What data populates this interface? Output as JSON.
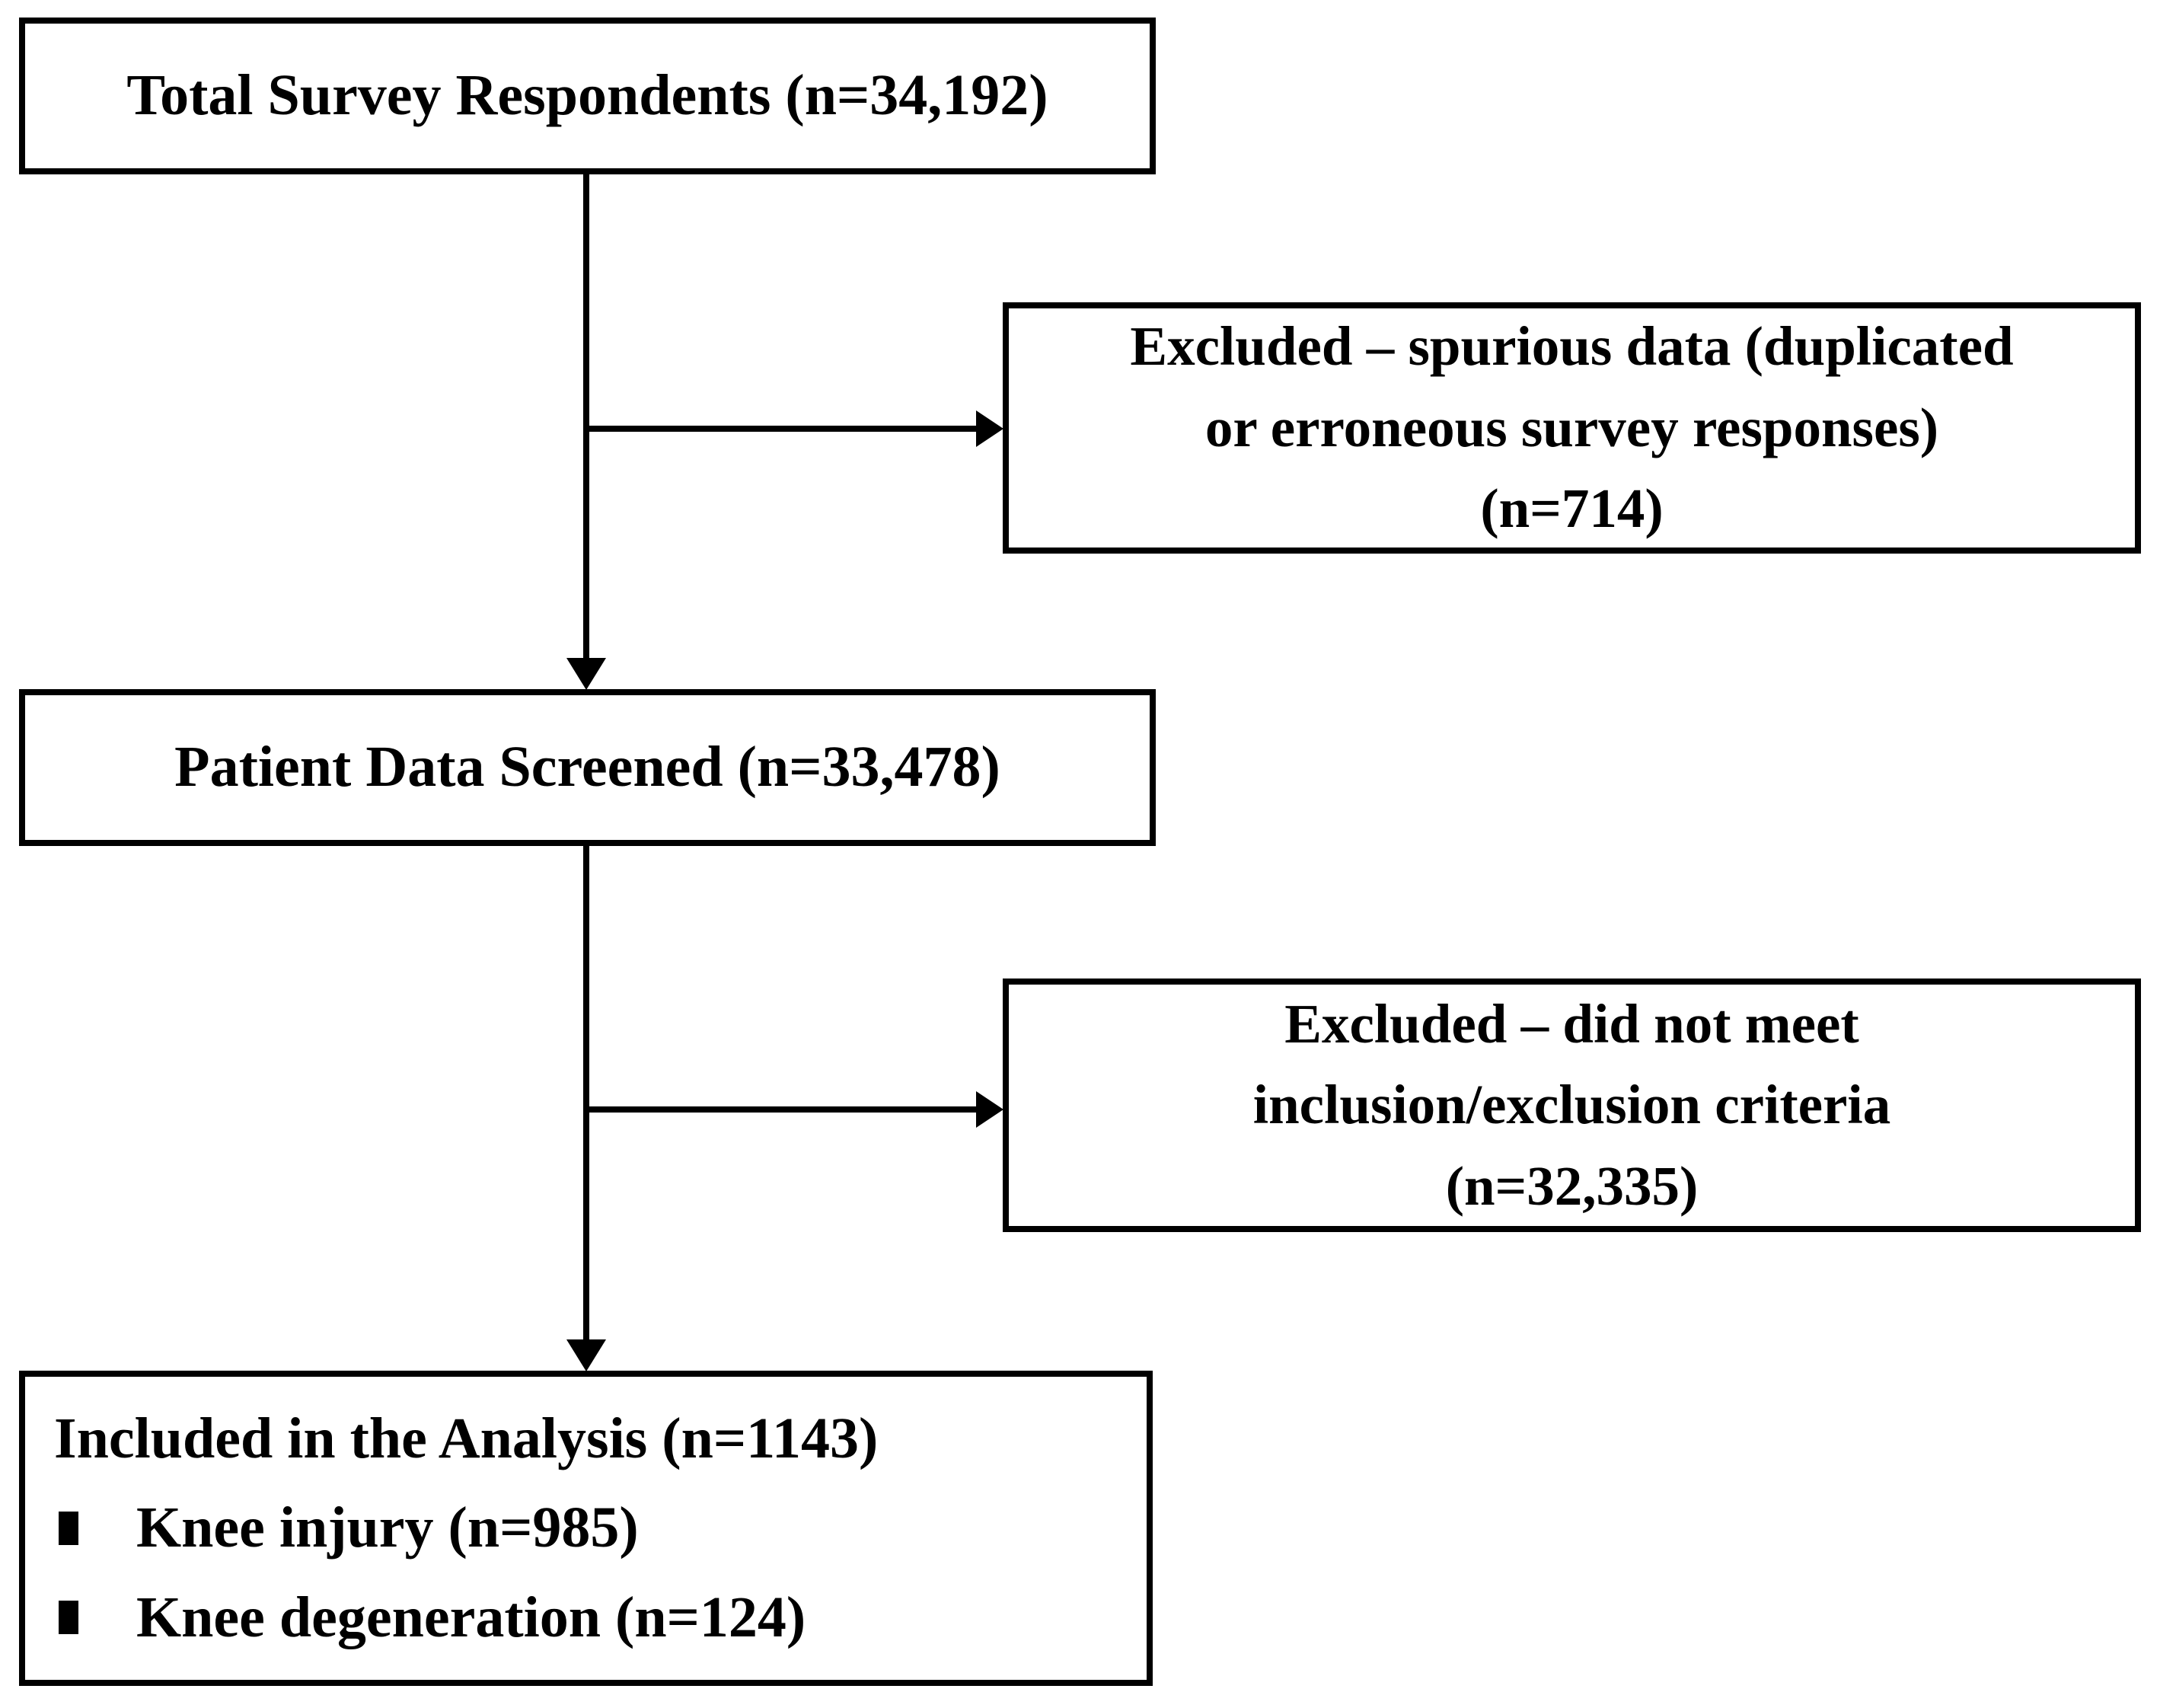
{
  "diagram": {
    "colors": {
      "ink": "#000000",
      "background": "#ffffff"
    },
    "nodes": {
      "total": {
        "text": "Total Survey Respondents (n=34,192)"
      },
      "excluded_spurious": {
        "lines": [
          "Excluded – spurious data (duplicated",
          "or erroneous survey responses)",
          "(n=714)"
        ]
      },
      "screened": {
        "text": "Patient Data Screened (n=33,478)"
      },
      "excluded_criteria": {
        "lines": [
          "Excluded – did not meet",
          "inclusion/exclusion criteria",
          "(n=32,335)"
        ]
      },
      "included": {
        "title": "Included in the Analysis (n=1143)",
        "bullets": [
          "Knee injury (n=985)",
          "Knee degeneration (n=124)"
        ]
      }
    }
  }
}
